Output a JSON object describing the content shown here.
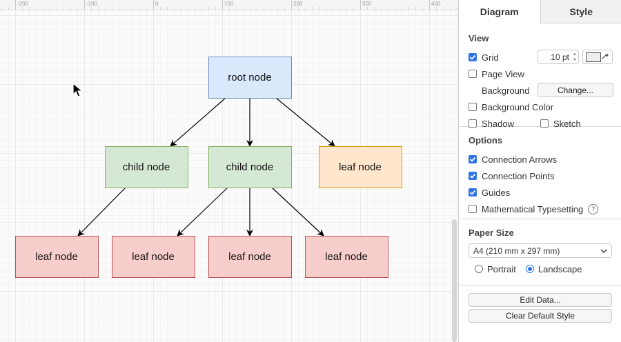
{
  "ruler": {
    "labels": [
      "-200",
      "-100",
      "0",
      "100",
      "200",
      "300",
      "400"
    ]
  },
  "diagram": {
    "nodes": [
      {
        "id": "root",
        "label": "root node",
        "fill": "#dae8fc",
        "stroke": "#6c8ebf"
      },
      {
        "id": "child1",
        "label": "child node",
        "fill": "#d5e8d4",
        "stroke": "#82b366"
      },
      {
        "id": "child2",
        "label": "child node",
        "fill": "#d5e8d4",
        "stroke": "#82b366"
      },
      {
        "id": "leafTop",
        "label": "leaf node",
        "fill": "#ffe6cc",
        "stroke": "#d79b00"
      },
      {
        "id": "leaf1",
        "label": "leaf node",
        "fill": "#f8cecc",
        "stroke": "#b85450"
      },
      {
        "id": "leaf2",
        "label": "leaf node",
        "fill": "#f8cecc",
        "stroke": "#b85450"
      },
      {
        "id": "leaf3",
        "label": "leaf node",
        "fill": "#f8cecc",
        "stroke": "#b85450"
      },
      {
        "id": "leaf4",
        "label": "leaf node",
        "fill": "#f8cecc",
        "stroke": "#b85450"
      }
    ],
    "edges": [
      {
        "from": "root",
        "to": "child1"
      },
      {
        "from": "root",
        "to": "child2"
      },
      {
        "from": "root",
        "to": "leafTop"
      },
      {
        "from": "child1",
        "to": "leaf1"
      },
      {
        "from": "child2",
        "to": "leaf2"
      },
      {
        "from": "child2",
        "to": "leaf3"
      },
      {
        "from": "child2",
        "to": "leaf4"
      }
    ]
  },
  "panel": {
    "tabs": [
      "Diagram",
      "Style"
    ],
    "view": {
      "title": "View",
      "grid_label": "Grid",
      "grid_checked": true,
      "grid_size": "10 pt",
      "page_view_label": "Page View",
      "page_view_checked": false,
      "background_label": "Background",
      "change_button": "Change...",
      "background_color_label": "Background Color",
      "background_color_checked": false,
      "shadow_label": "Shadow",
      "shadow_checked": false,
      "sketch_label": "Sketch",
      "sketch_checked": false
    },
    "options": {
      "title": "Options",
      "connection_arrows_label": "Connection Arrows",
      "connection_arrows_checked": true,
      "connection_points_label": "Connection Points",
      "connection_points_checked": true,
      "guides_label": "Guides",
      "guides_checked": true,
      "math_label": "Mathematical Typesetting",
      "math_checked": false
    },
    "paper": {
      "title": "Paper Size",
      "size_value": "A4 (210 mm x 297 mm)",
      "portrait_label": "Portrait",
      "landscape_label": "Landscape",
      "orientation": "Landscape"
    },
    "actions": {
      "edit_data": "Edit Data...",
      "clear_default_style": "Clear Default Style"
    }
  },
  "colors": {
    "accent": "#2f73e6",
    "edge": "#000000"
  }
}
